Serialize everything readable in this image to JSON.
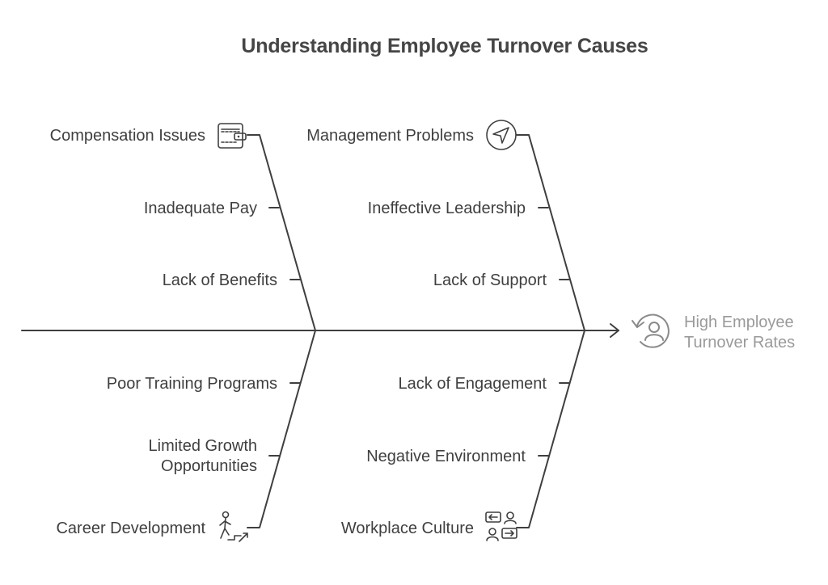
{
  "title": "Understanding Employee Turnover Causes",
  "effect": {
    "line1": "High Employee",
    "line2": "Turnover Rates",
    "icon": "rotating-person-icon"
  },
  "categories": {
    "compensation": {
      "label": "Compensation Issues",
      "icon": "wallet-icon",
      "causes": [
        "Inadequate Pay",
        "Lack of Benefits"
      ]
    },
    "management": {
      "label": "Management Problems",
      "icon": "navigation-arrow-icon",
      "causes": [
        "Ineffective Leadership",
        "Lack of Support"
      ]
    },
    "career": {
      "label": "Career Development",
      "icon": "person-climbing-stairs-icon",
      "causes": [
        "Poor Training Programs",
        "Limited Growth",
        "Opportunities"
      ]
    },
    "culture": {
      "label": "Workplace Culture",
      "icon": "people-exchange-icon",
      "causes": [
        "Lack of Engagement",
        "Negative Environment"
      ]
    }
  },
  "colors": {
    "line": "#3f3f3f",
    "effect_text": "#9a9a9a",
    "title": "#454545"
  }
}
